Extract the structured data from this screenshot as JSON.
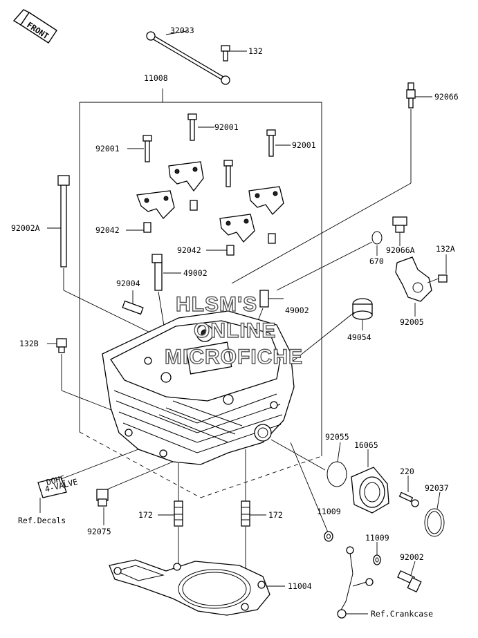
{
  "front_badge": "FRONT",
  "watermark": [
    "HLSM'S",
    "ONLINE",
    "MICROFICHE"
  ],
  "decal_text": [
    "DOHC",
    "4-VALVE"
  ],
  "labels": [
    {
      "id": "32033"
    },
    {
      "id": "132"
    },
    {
      "id": "11008"
    },
    {
      "id": "92066"
    },
    {
      "id": "92001"
    },
    {
      "id": "92001"
    },
    {
      "id": "92001"
    },
    {
      "id": "92002A"
    },
    {
      "id": "92042"
    },
    {
      "id": "92042"
    },
    {
      "id": "92066A"
    },
    {
      "id": "132A"
    },
    {
      "id": "670"
    },
    {
      "id": "49002"
    },
    {
      "id": "92004"
    },
    {
      "id": "49002"
    },
    {
      "id": "92005"
    },
    {
      "id": "49054"
    },
    {
      "id": "132B"
    },
    {
      "id": "92055"
    },
    {
      "id": "16065"
    },
    {
      "id": "220"
    },
    {
      "id": "92037"
    },
    {
      "id": "11009"
    },
    {
      "id": "Ref.Decals"
    },
    {
      "id": "172"
    },
    {
      "id": "172"
    },
    {
      "id": "92075"
    },
    {
      "id": "11009"
    },
    {
      "id": "92002"
    },
    {
      "id": "11004"
    },
    {
      "id": "Ref.Crankcase"
    }
  ]
}
